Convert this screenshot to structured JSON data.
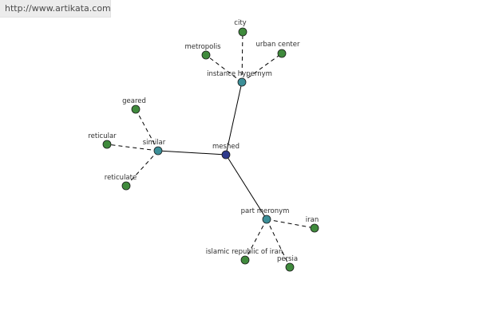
{
  "header": {
    "url": "http://www.artikata.com"
  },
  "colors": {
    "center_node": "#2e3a8c",
    "relation_node": "#3c8f98",
    "leaf_node": "#3f8a3c",
    "edge": "#000000"
  },
  "graph": {
    "center": {
      "id": "meshed",
      "label": "meshed",
      "kind": "center"
    },
    "relations": [
      {
        "id": "instance-hypernym",
        "label": "instance hypernym",
        "kind": "relation"
      },
      {
        "id": "similar",
        "label": "similar",
        "kind": "relation"
      },
      {
        "id": "part-meronym",
        "label": "part meronym",
        "kind": "relation"
      }
    ],
    "leaves": [
      {
        "id": "city",
        "label": "city",
        "parent": "instance-hypernym"
      },
      {
        "id": "metropolis",
        "label": "metropolis",
        "parent": "instance-hypernym"
      },
      {
        "id": "urban-center",
        "label": "urban center",
        "parent": "instance-hypernym"
      },
      {
        "id": "geared",
        "label": "geared",
        "parent": "similar"
      },
      {
        "id": "reticular",
        "label": "reticular",
        "parent": "similar"
      },
      {
        "id": "reticulate",
        "label": "reticulate",
        "parent": "similar"
      },
      {
        "id": "iran",
        "label": "iran",
        "parent": "part-meronym"
      },
      {
        "id": "islamic-republic-of-iran",
        "label": "islamic republic of iran",
        "parent": "part-meronym"
      },
      {
        "id": "persia",
        "label": "persia",
        "parent": "part-meronym"
      }
    ]
  }
}
